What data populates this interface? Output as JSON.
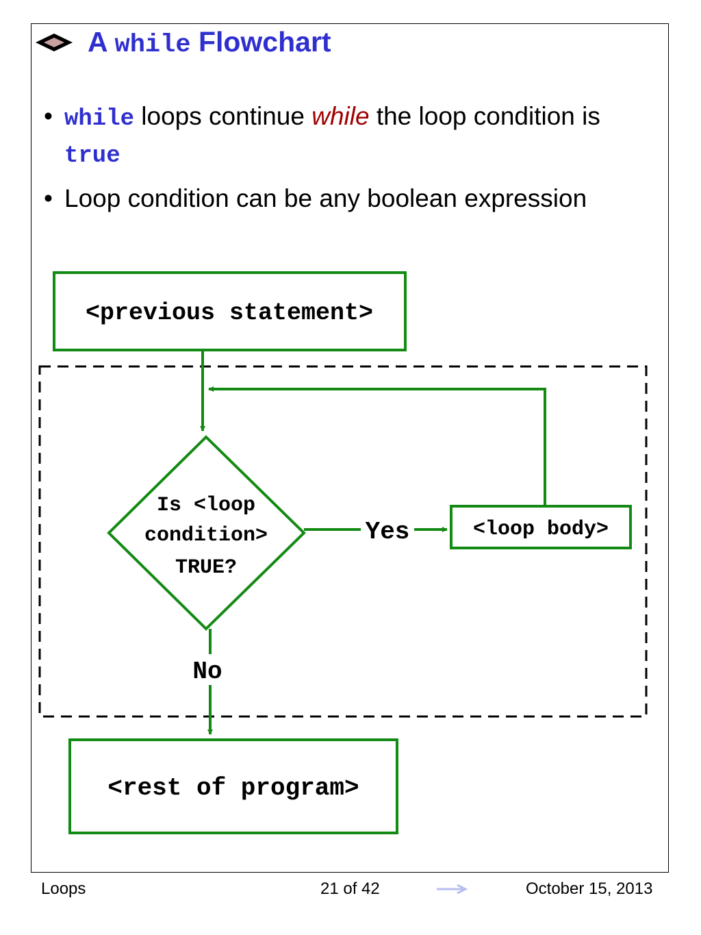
{
  "title": {
    "prefix": "A",
    "code": "while",
    "suffix": "Flowchart"
  },
  "bullets": [
    {
      "dot": "•",
      "kw1": "while",
      "t1": " loops continue ",
      "emph": "while",
      "t2": " the loop condition is ",
      "kw2": "true"
    },
    {
      "dot": "•",
      "text": "Loop condition can be any boolean expression"
    }
  ],
  "flowchart": {
    "previous_statement": "<previous statement>",
    "decision_line1": "Is <loop",
    "decision_line2": "condition>",
    "decision_line3": "TRUE?",
    "yes_label": "Yes",
    "no_label": "No",
    "loop_body": "<loop body>",
    "rest_of_program": "<rest of program>"
  },
  "footer": {
    "section": "Loops",
    "page": "21 of 42",
    "date": "October 15, 2013"
  },
  "colors": {
    "title_blue": "#2f2fcf",
    "flow_green": "#138a13",
    "emph_red": "#a00000",
    "nav_arrow": "#b8bdf0"
  }
}
